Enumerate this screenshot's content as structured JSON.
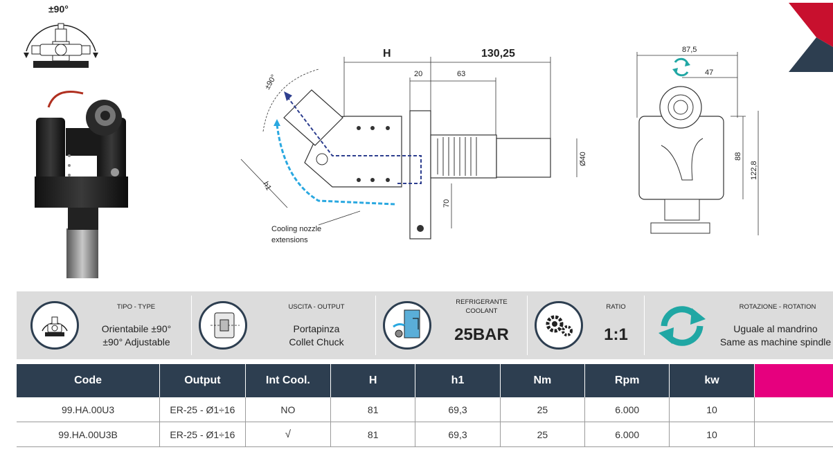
{
  "drawing": {
    "rotation_label": "±90°",
    "side_angle_label": "±90°",
    "dim_H": "H",
    "dim_130": "130,25",
    "dim_20": "20",
    "dim_63": "63",
    "dim_d40": "Ø40",
    "dim_70": "70",
    "dim_h1": "h1",
    "coolant_note_line1": "Cooling nozzle",
    "coolant_note_line2": "extensions",
    "dim_87": "87,5",
    "dim_47": "47",
    "dim_88": "88",
    "dim_122": "122,8"
  },
  "specs": {
    "type": {
      "title": "TIPO - TYPE",
      "line1": "Orientabile ±90°",
      "line2": "±90° Adjustable",
      "icon": "adjustable-head-icon"
    },
    "output": {
      "title": "USCITA - OUTPUT",
      "line1": "Portapinza",
      "line2": "Collet Chuck",
      "icon": "collet-chuck-icon"
    },
    "coolant": {
      "title1": "REFRIGERANTE",
      "title2": "COOLANT",
      "value": "25BAR",
      "icon": "coolant-icon"
    },
    "ratio": {
      "title": "RATIO",
      "value": "1:1",
      "icon": "gears-icon"
    },
    "rotation": {
      "title": "ROTAZIONE - ROTATION",
      "line1": "Uguale al mandrino",
      "line2": "Same as machine spindle",
      "icon": "rotation-arrows-icon"
    }
  },
  "table": {
    "headers": [
      "Code",
      "Output",
      "Int Cool.",
      "H",
      "h1",
      "Nm",
      "Rpm",
      "kw"
    ],
    "rows": [
      [
        "99.HA.00U3",
        "ER-25 - Ø1÷16",
        "NO",
        "81",
        "69,3",
        "25",
        "6.000",
        "10"
      ],
      [
        "99.HA.00U3B",
        "ER-25 - Ø1÷16",
        "√",
        "81",
        "69,3",
        "25",
        "6.000",
        "10"
      ]
    ]
  },
  "colors": {
    "navy": "#2d3e50",
    "pink": "#e6007e",
    "red": "#c8102e",
    "teal": "#20a7a4",
    "band": "#dcdcdc"
  }
}
